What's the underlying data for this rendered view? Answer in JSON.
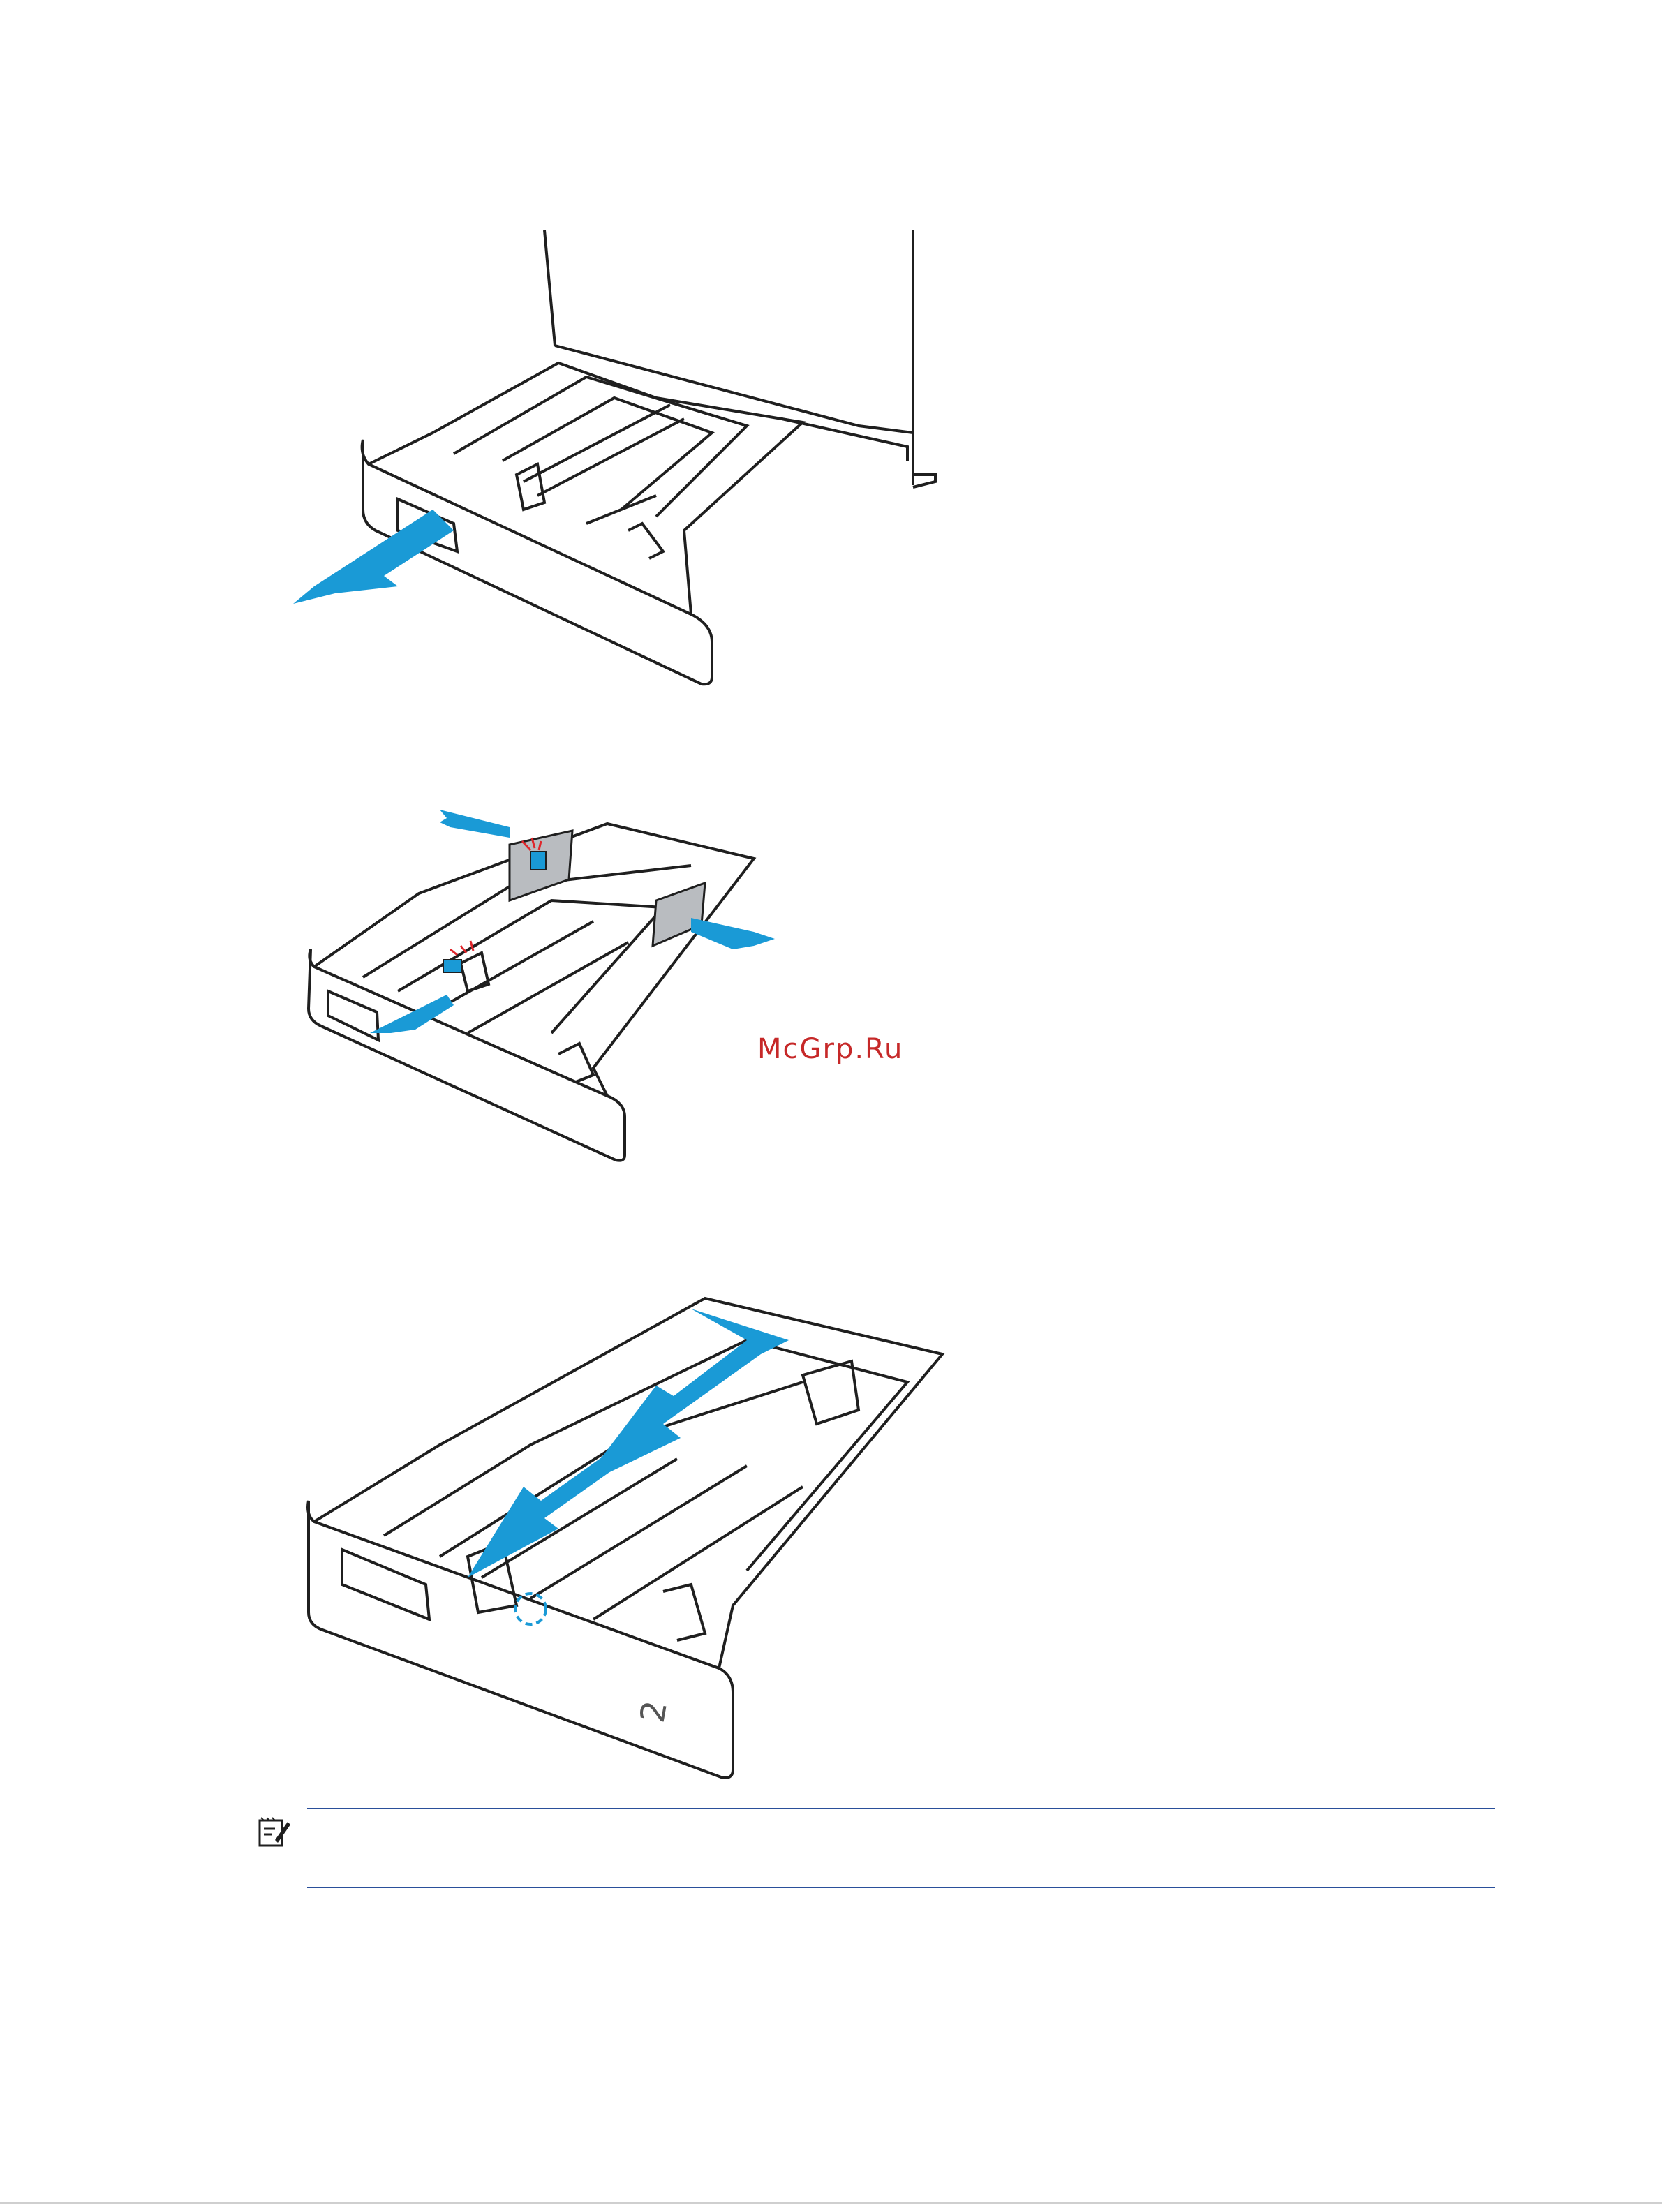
{
  "watermark": {
    "text": "McGrp.Ru",
    "color": "#c62828"
  },
  "figures": [
    {
      "name": "tray-pull-out",
      "icon": "arrow-pull-icon"
    },
    {
      "name": "tray-adjust-width-guides",
      "icon": "squeeze-release-icon"
    },
    {
      "name": "tray-adjust-length-guide",
      "icon": "slide-arrow-icon"
    }
  ],
  "tray_label": "2",
  "note": {
    "icon": "note-icon",
    "text": ""
  },
  "colors": {
    "arrow": "#1a9ad6",
    "accent_red": "#e0262b",
    "line": "#1f1f1f",
    "rule": "#2a4f9a",
    "guide_fill": "#b9bcc0"
  }
}
